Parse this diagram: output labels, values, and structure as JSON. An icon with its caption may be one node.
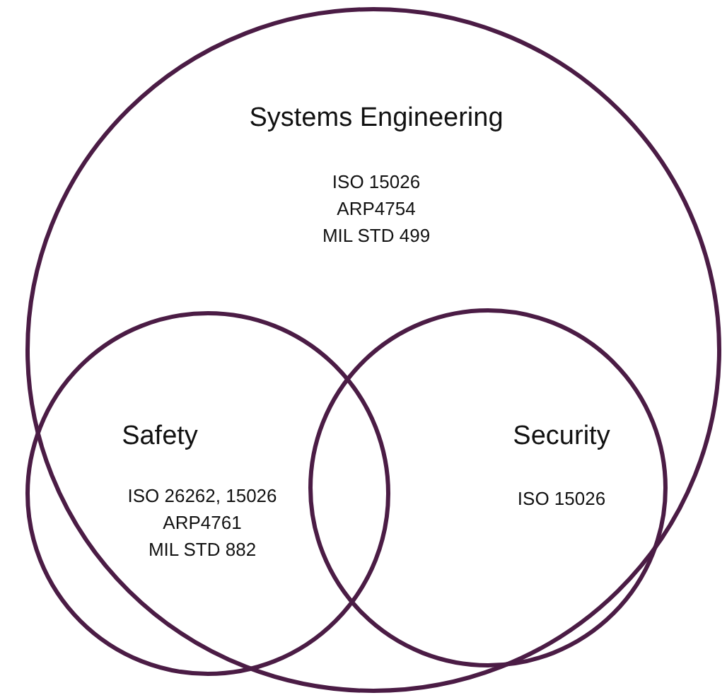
{
  "diagram": {
    "nodes": [
      {
        "text": [
          "Systems Engineering",
          "ISO 15026",
          "ARP4754",
          "MIL STD 499"
        ]
      },
      {
        "text": [
          "Safety",
          "ISO 26262, 15026",
          "ARP4761",
          "MIL STD 882"
        ],
        "in": 0
      },
      {
        "text": [
          "Security",
          "ISO 15026"
        ],
        "in": 0
      }
    ],
    "edges": []
  }
}
